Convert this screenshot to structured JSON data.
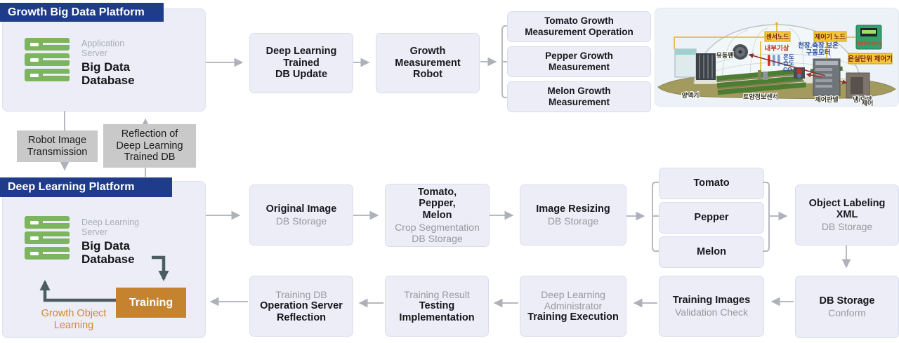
{
  "palette": {
    "navy": "#1e3c8a",
    "box_fill": "#ecedf7",
    "box_border": "#d9dcee",
    "gray_box": "#c9c9ca",
    "arrow_gray": "#aeb1ba",
    "arrow_dark": "#4b5d63",
    "training_orange": "#c5822f",
    "loop_orange": "#d4872e",
    "server_green": "#7db45e"
  },
  "top_platform": {
    "title": "Growth Big Data Platform",
    "server_subtitle": "Application\nServer",
    "server_title": "Big Data\nDatabase",
    "step1": "Deep Learning\nTrained\nDB Update",
    "step2": "Growth\nMeasurement\nRobot",
    "outputs": [
      "Tomato Growth\nMeasurement Operation",
      "Pepper Growth\nMeasurement",
      "Melon Growth\nMeasurement"
    ]
  },
  "connectors": {
    "robot_image": "Robot Image\nTransmission",
    "reflection": "Reflection of\nDeep Learning\nTrained DB"
  },
  "bottom_platform": {
    "title": "Deep Learning Platform",
    "server_subtitle": "Deep Learning\nServer",
    "server_title": "Big Data\nDatabase",
    "training": "Training",
    "loop_label": "Growth Object\nLearning"
  },
  "pipeline": {
    "row2": [
      {
        "top": "Original Image",
        "bottom": "DB Storage"
      },
      {
        "top": "Tomato,\nPepper,\nMelon",
        "bottom": "Crop Segmentation\nDB Storage"
      },
      {
        "top": "Image Resizing",
        "bottom": "DB Storage"
      },
      {
        "top": "Object Labeling\nXML",
        "bottom": "DB Storage"
      }
    ],
    "crops": [
      "Tomato",
      "Pepper",
      "Melon"
    ],
    "db_conform": {
      "top": "DB Storage",
      "bottom": "Conform"
    },
    "row3": [
      {
        "top": "Training DB",
        "bottom": "Operation Server\nReflection"
      },
      {
        "top": "Training Result",
        "bottom": "Testing\nImplementation"
      },
      {
        "top": "Deep Learning\nAdministrator",
        "bottom": "Training Execution"
      },
      {
        "top": "Training Images",
        "bottom": "Validation Check"
      }
    ]
  },
  "greenhouse": {
    "sensor_node": "센서노드",
    "controller_node": "제어기 노드",
    "unit_controller": "온실단위 제어기",
    "device_label": "복합환경제어기",
    "internal_weather": "내부기상",
    "drive_motor_1": "천장.측장.보온",
    "drive_motor_2": "구동모터",
    "fan": "유동팬",
    "temperature": "온도",
    "humidity": "습도",
    "co2": "CO₂",
    "nutrient_machine": "양액기",
    "soil_sensor": "토양정보센서",
    "control_panel": "제어판넬",
    "cooling_heating_1": "냉/난방",
    "cooling_heating_2": "제어"
  }
}
